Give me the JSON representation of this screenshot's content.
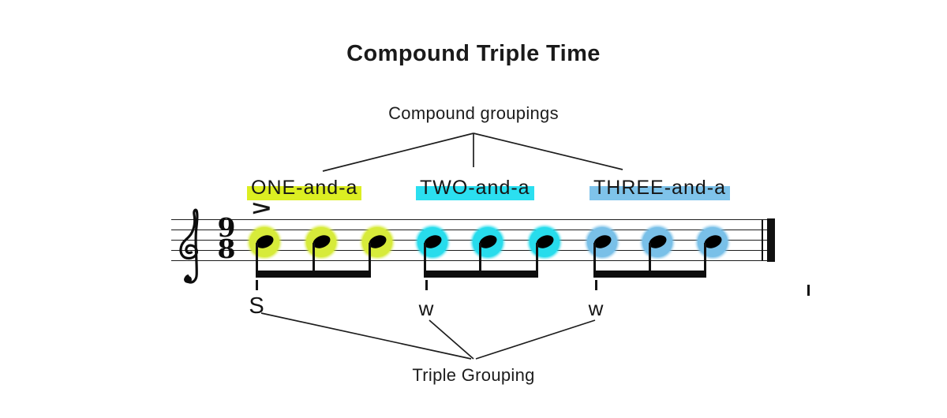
{
  "title": "Compound Triple Time",
  "compound": {
    "label": "Compound groupings",
    "beat_labels": [
      {
        "text": "ONE-and-a",
        "highlight": "#dcee22"
      },
      {
        "text": "TWO-and-a",
        "highlight": "#2bdff0"
      },
      {
        "text": "THREE-and-a",
        "highlight": "#7fc3ea"
      }
    ]
  },
  "staff": {
    "clef": "treble",
    "time_signature": {
      "upper": "9",
      "lower": "8"
    },
    "accent": ">",
    "note_value": "eighth-notes-beamed-in-threes",
    "note_groups": [
      {
        "name": "group-one",
        "color": "#d7eb3a",
        "notes": 3
      },
      {
        "name": "group-two",
        "color": "#27dcec",
        "notes": 3
      },
      {
        "name": "group-three",
        "color": "#79c0e8",
        "notes": 3
      }
    ]
  },
  "triple": {
    "beats": [
      {
        "label": "S"
      },
      {
        "label": "w"
      },
      {
        "label": "w"
      }
    ],
    "label": "Triple Grouping"
  }
}
